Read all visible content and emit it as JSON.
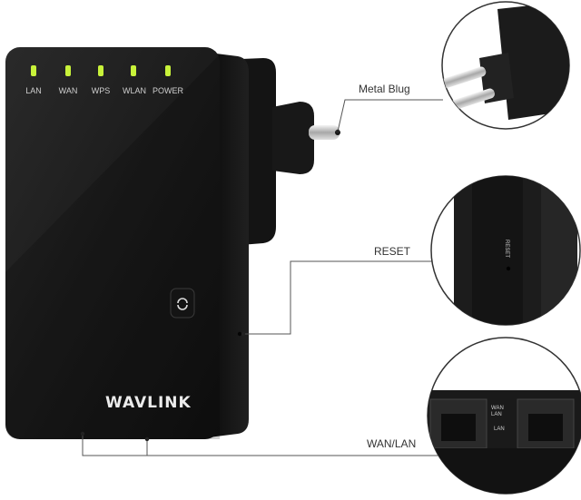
{
  "device": {
    "brand": "WAVLINK",
    "leds": [
      {
        "label": "LAN"
      },
      {
        "label": "WAN"
      },
      {
        "label": "WPS"
      },
      {
        "label": "WLAN"
      },
      {
        "label": "POWER"
      }
    ],
    "led_color": "#c8f23a",
    "body_color": "#1e1e1e"
  },
  "callouts": {
    "plug_label": "Metal Blug",
    "reset_label": "RESET",
    "wanlan_label": "WAN/LAN"
  },
  "details": {
    "reset_side_text": "RESET",
    "port_wan_lan": "WAN\nLAN",
    "port_lan": "LAN"
  }
}
